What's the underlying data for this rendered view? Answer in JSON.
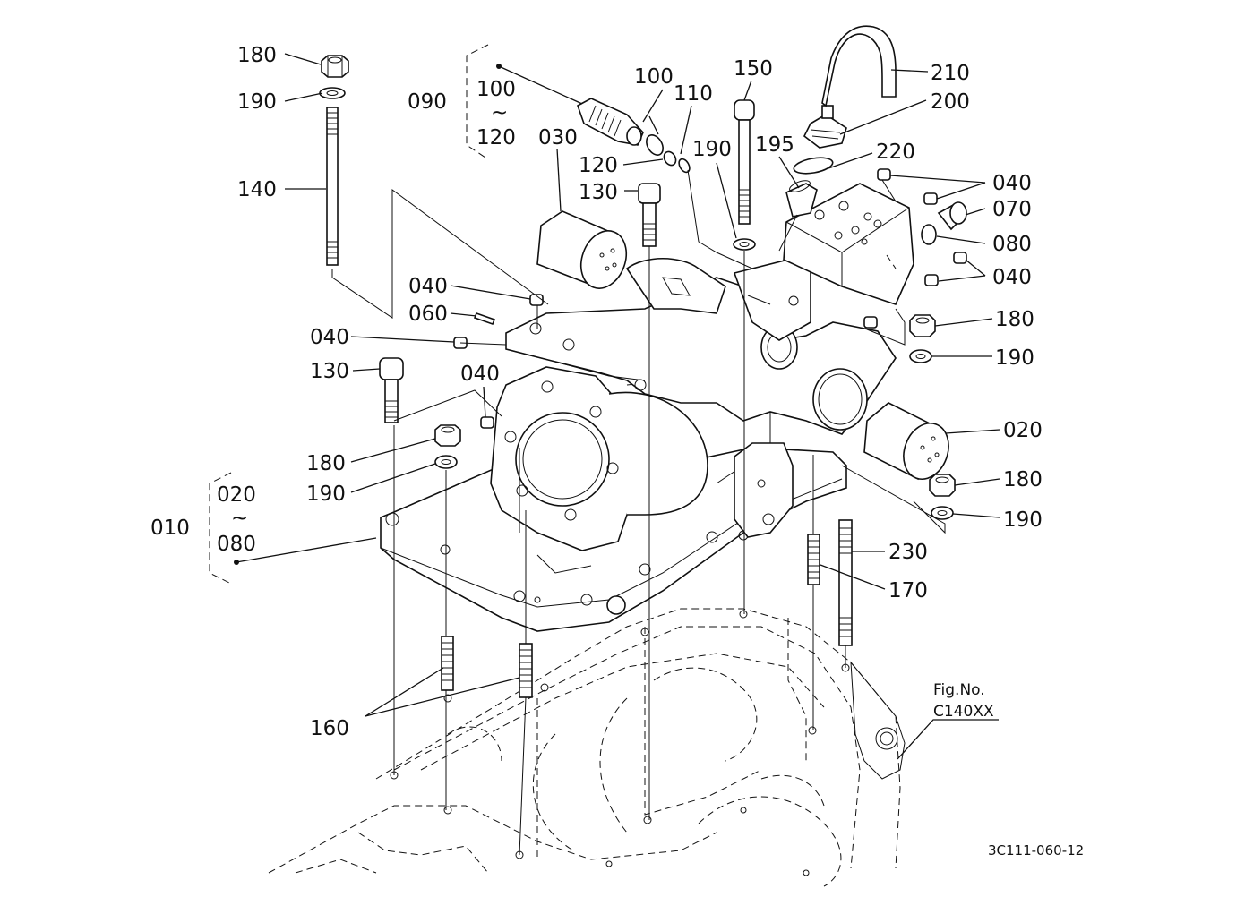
{
  "labels": {
    "l180a": "180",
    "l190a": "190",
    "l140": "140",
    "l090": "090",
    "l100a": "100",
    "l120a": "120",
    "tilde": "~",
    "l030": "030",
    "l100b": "100",
    "l110": "110",
    "l120b": "120",
    "l130a": "130",
    "l150": "150",
    "l190b": "190",
    "l195": "195",
    "l210": "210",
    "l200": "200",
    "l220": "220",
    "l040a": "040",
    "l070": "070",
    "l080a": "080",
    "l040b": "040",
    "l040c": "040",
    "l060": "060",
    "l040d": "040",
    "l180b": "180",
    "l190c": "190",
    "l130b": "130",
    "l040e": "040",
    "l020a": "020",
    "l180c": "180",
    "l190d": "190",
    "l180d": "180",
    "l190e": "190",
    "l010": "010",
    "l020b": "020",
    "l080b": "080",
    "l230": "230",
    "l170": "170",
    "l160": "160"
  },
  "fig_no_label": "Fig.No.",
  "fig_no_value": "C140XX",
  "drawing_code": "3C111-060-12"
}
